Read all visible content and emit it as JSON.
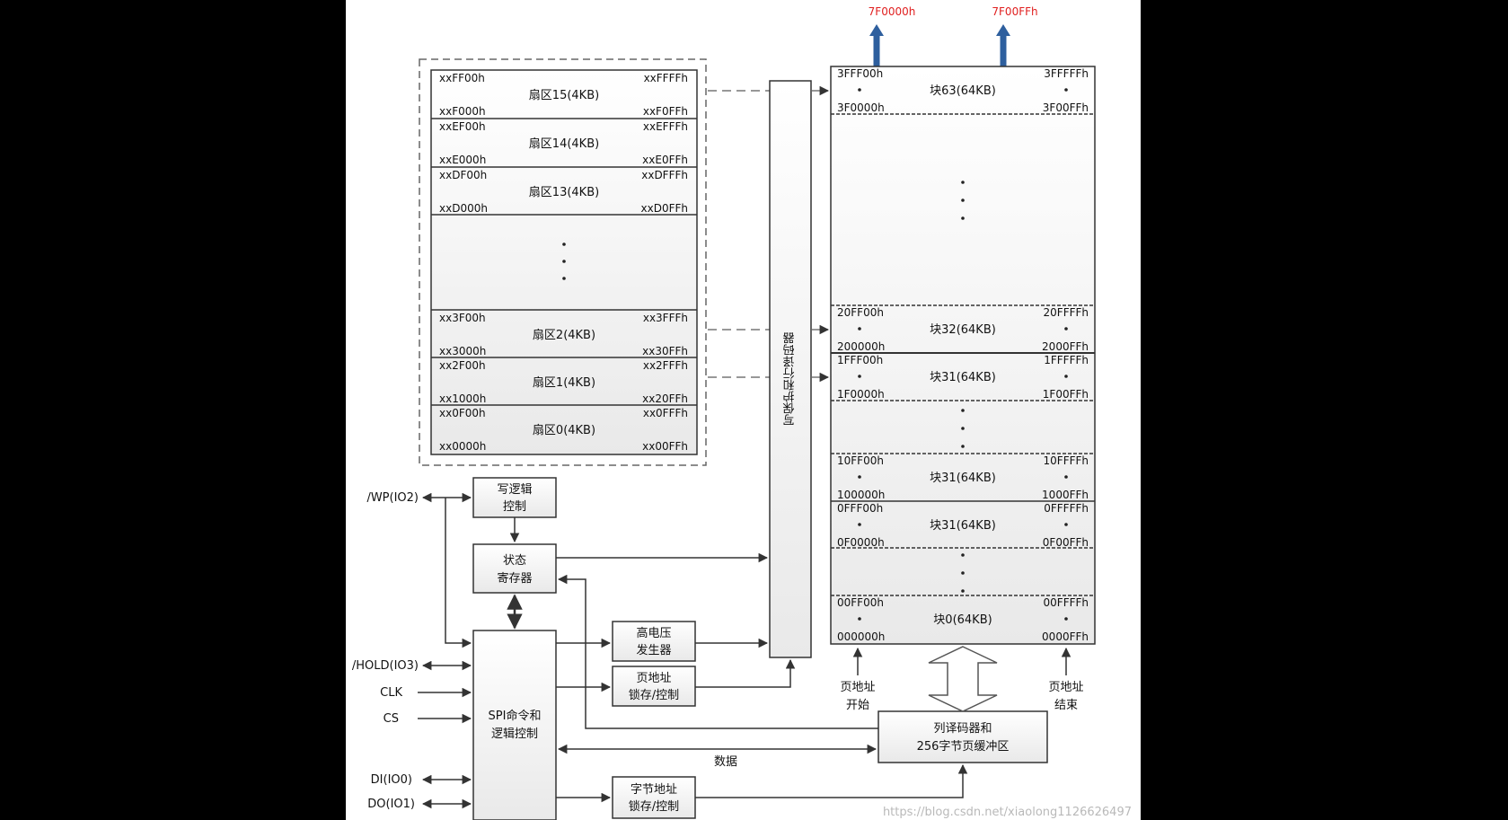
{
  "top_arrows": {
    "left": "7F0000h",
    "right": "7F00FFh"
  },
  "sectors": [
    {
      "start_high": "xxFF00h",
      "end_high": "xxFFFFh",
      "name": "扇区15(4KB)",
      "start_low": "xxF000h",
      "end_low": "xxF0FFh"
    },
    {
      "start_high": "xxEF00h",
      "end_high": "xxEFFFh",
      "name": "扇区14(4KB)",
      "start_low": "xxE000h",
      "end_low": "xxE0FFh"
    },
    {
      "start_high": "xxDF00h",
      "end_high": "xxDFFFh",
      "name": "扇区13(4KB)",
      "start_low": "xxD000h",
      "end_low": "xxD0FFh"
    },
    {
      "start_high": "xx3F00h",
      "end_high": "xx3FFFh",
      "name": "扇区2(4KB)",
      "start_low": "xx3000h",
      "end_low": "xx30FFh"
    },
    {
      "start_high": "xx2F00h",
      "end_high": "xx2FFFh",
      "name": "扇区1(4KB)",
      "start_low": "xx1000h",
      "end_low": "xx20FFh"
    },
    {
      "start_high": "xx0F00h",
      "end_high": "xx0FFFh",
      "name": "扇区0(4KB)",
      "start_low": "xx0000h",
      "end_low": "xx00FFh"
    }
  ],
  "blocks": [
    {
      "start_high": "3FFF00h",
      "end_high": "3FFFFFh",
      "name": "块63(64KB)",
      "start_low": "3F0000h",
      "end_low": "3F00FFh"
    },
    {
      "start_high": "20FF00h",
      "end_high": "20FFFFh",
      "name": "块32(64KB)",
      "start_low": "200000h",
      "end_low": "2000FFh"
    },
    {
      "start_high": "1FFF00h",
      "end_high": "1FFFFFh",
      "name": "块31(64KB)",
      "start_low": "1F0000h",
      "end_low": "1F00FFh"
    },
    {
      "start_high": "10FF00h",
      "end_high": "10FFFFh",
      "name": "块31(64KB)",
      "start_low": "100000h",
      "end_low": "1000FFh"
    },
    {
      "start_high": "0FFF00h",
      "end_high": "0FFFFFh",
      "name": "块31(64KB)",
      "start_low": "0F0000h",
      "end_low": "0F00FFh"
    },
    {
      "start_high": "00FF00h",
      "end_high": "00FFFFh",
      "name": "块0(64KB)",
      "start_low": "000000h",
      "end_low": "0000FFh"
    }
  ],
  "decoder_label": "写保护和行译码器",
  "write_logic": [
    "写逻辑",
    "控制"
  ],
  "status_reg": [
    "状态",
    "寄存器"
  ],
  "spi_control": [
    "SPI命令和",
    "逻辑控制"
  ],
  "hv_gen": [
    "高电压",
    "发生器"
  ],
  "page_latch": [
    "页地址",
    "锁存/控制"
  ],
  "byte_latch": [
    "字节地址",
    "锁存/控制"
  ],
  "col_decoder": [
    "列译码器和",
    "256字节页缓冲区"
  ],
  "page_start": [
    "页地址",
    "开始"
  ],
  "page_end": [
    "页地址",
    "结束"
  ],
  "data_label": "数据",
  "pins": {
    "wp": "/WP(IO2)",
    "hold": "/HOLD(IO3)",
    "clk": "CLK",
    "cs": "CS",
    "di": "DI(IO0)",
    "do": "DO(IO1)"
  },
  "watermark": "https://blog.csdn.net/xiaolong1126626497",
  "colors": {
    "arrow_blue": "#2e5f9e",
    "addr_red": "#e02020",
    "box_fill": "#f2f2f2"
  }
}
